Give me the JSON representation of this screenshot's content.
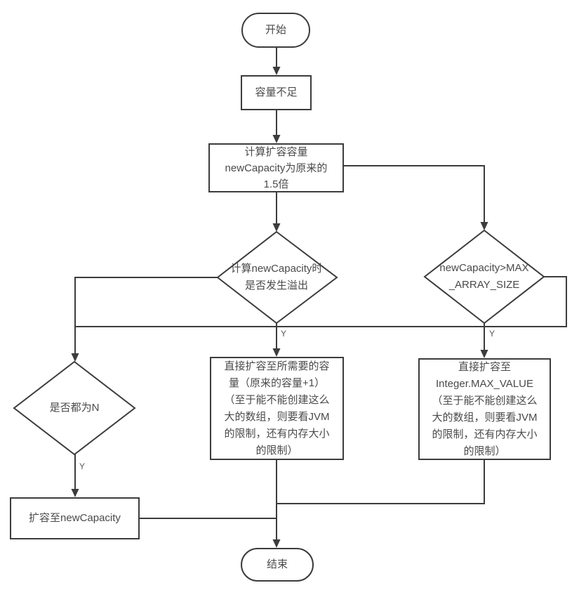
{
  "colors": {
    "stroke": "#3c3c3c",
    "text": "#4a4a4a",
    "background": "#ffffff"
  },
  "nodes": {
    "start": {
      "label": "开始"
    },
    "capacity_insufficient": {
      "label": "容量不足"
    },
    "calc_new_capacity": {
      "label": "计算扩容容量\nnewCapacity为原来的\n1.5倍"
    },
    "overflow_decision": {
      "label": "计算newCapacity时\n是否发生溢出"
    },
    "max_array_size_decision": {
      "label": "newCapacity>MAX\n_ARRAY_SIZE"
    },
    "all_n_decision": {
      "label": "是否都为N"
    },
    "expand_to_needed": {
      "label": "直接扩容至所需要的容\n量（原来的容量+1）\n（至于能不能创建这么\n大的数组，则要看JVM\n的限制，还有内存大小\n的限制）"
    },
    "expand_to_max_value": {
      "label": "直接扩容至\nInteger.MAX_VALUE\n（至于能不能创建这么\n大的数组，则要看JVM\n的限制，还有内存大小\n的限制）"
    },
    "expand_to_new_capacity": {
      "label": "扩容至newCapacity"
    },
    "end": {
      "label": "结束"
    }
  },
  "edge_labels": {
    "overflow_yes": "Y",
    "max_size_yes": "Y",
    "all_n_yes": "Y"
  }
}
